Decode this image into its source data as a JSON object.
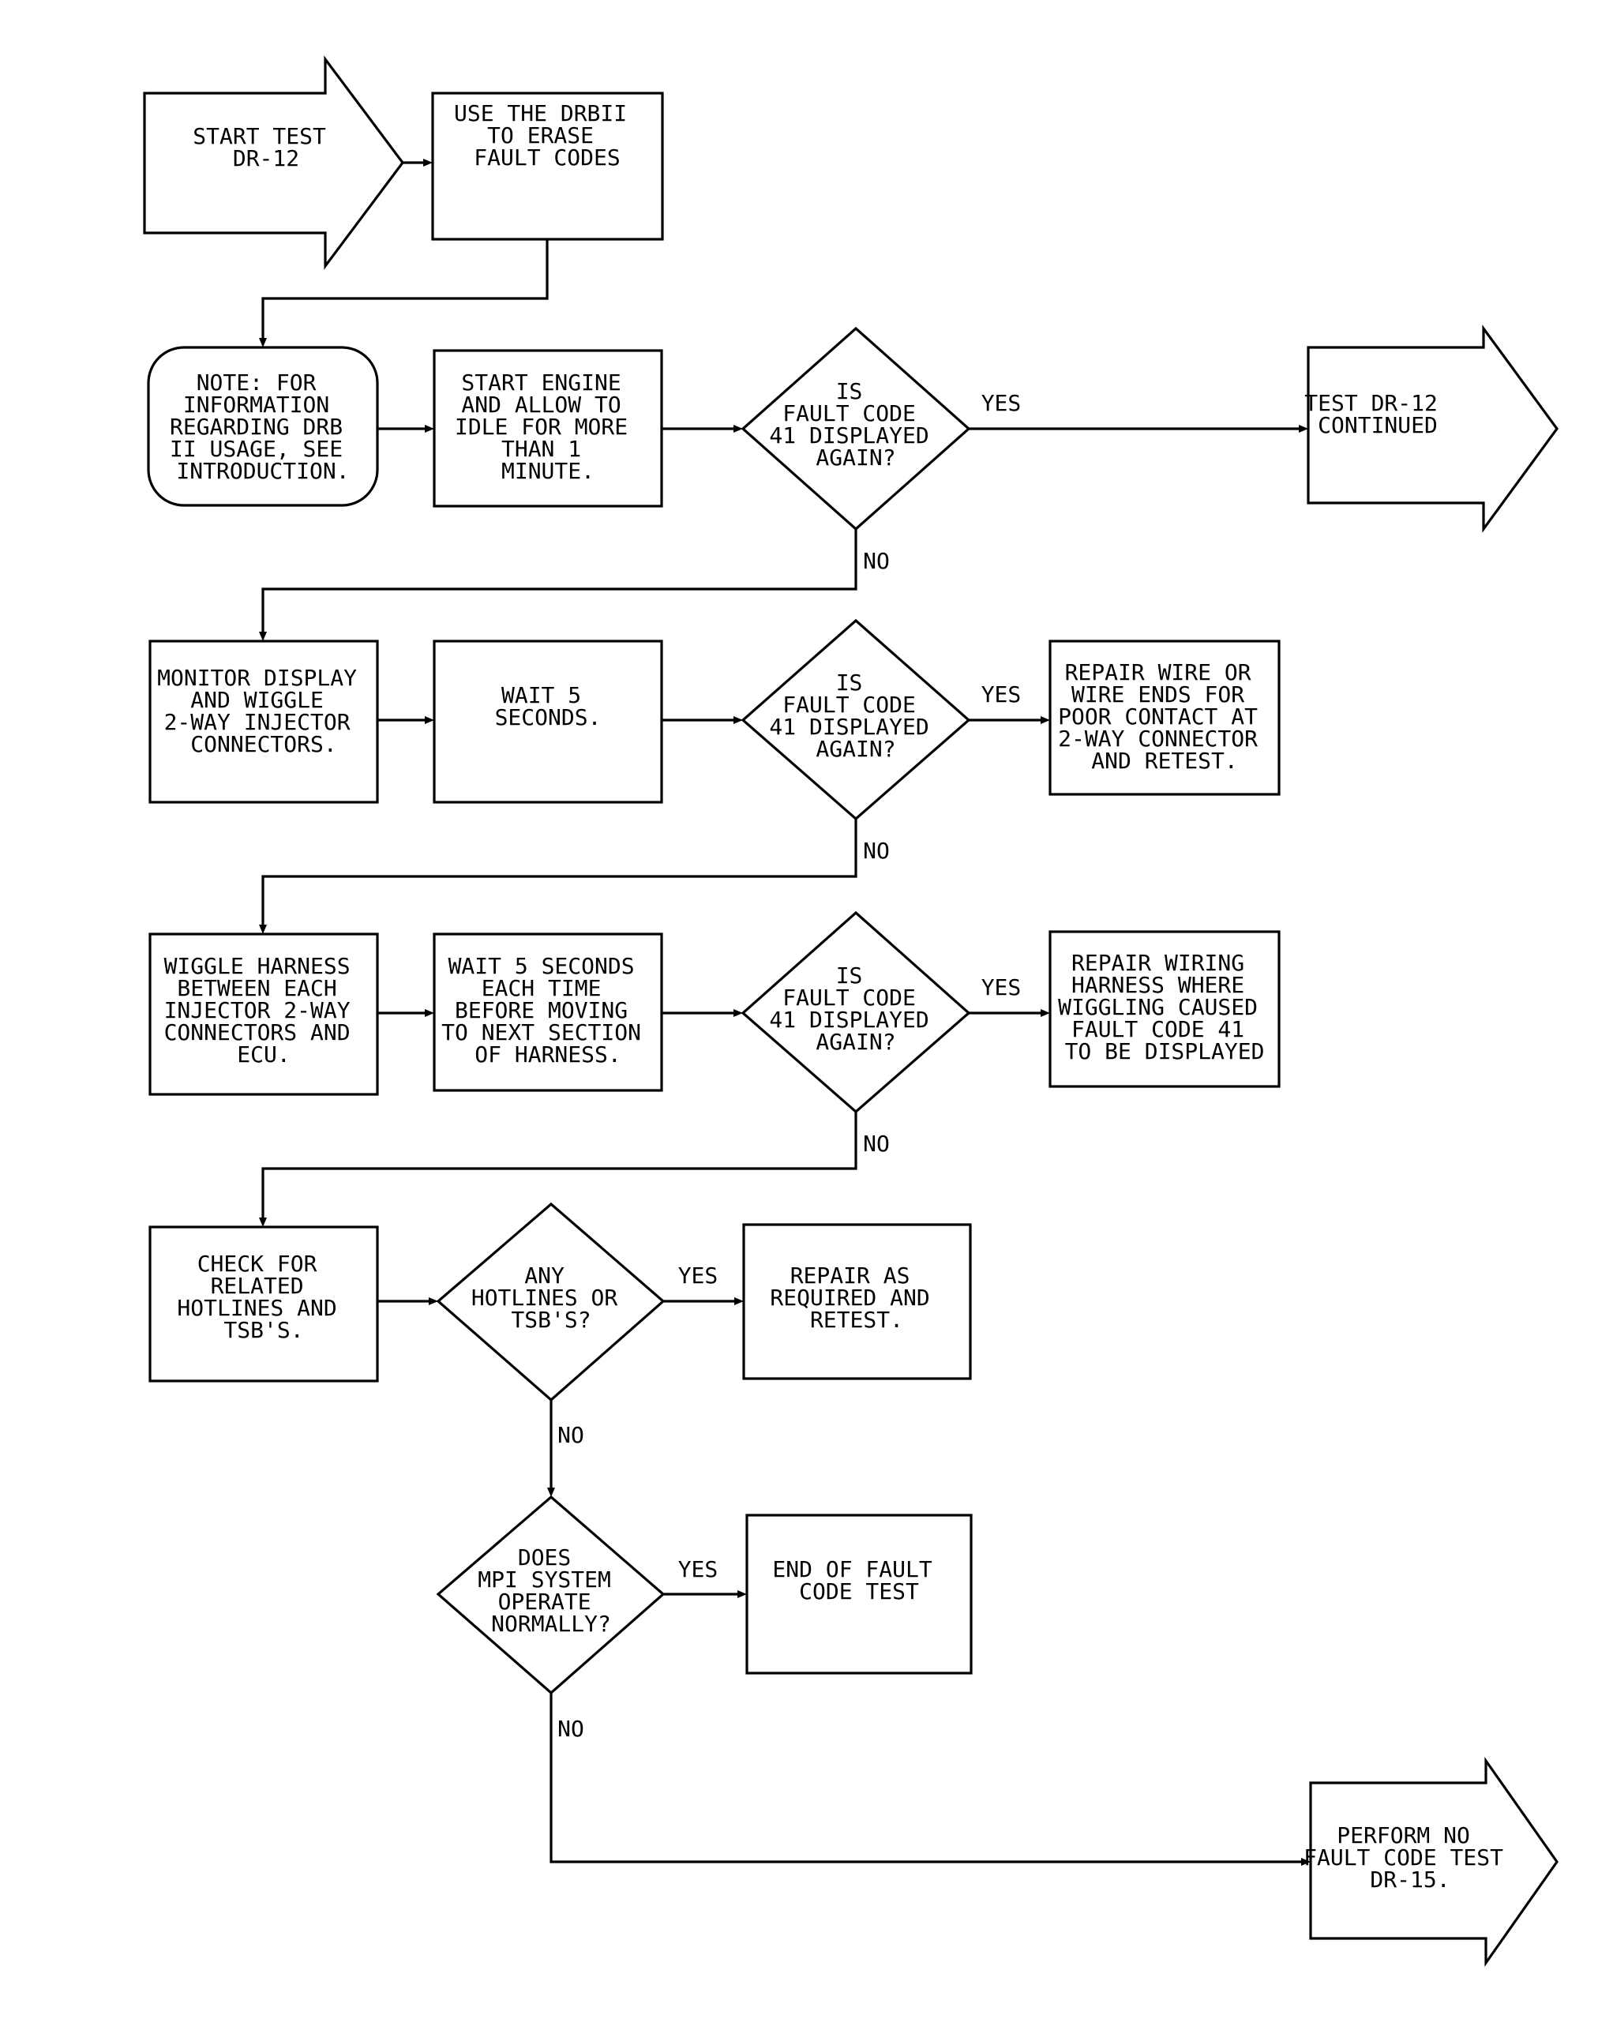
{
  "nodes": {
    "start_test": {
      "lines": [
        "START TEST",
        "DR-12"
      ]
    },
    "erase_codes": {
      "lines": [
        "USE THE DRBII",
        "TO ERASE",
        "FAULT CODES"
      ]
    },
    "note": {
      "lines": [
        "NOTE: FOR",
        "INFORMATION",
        "REGARDING DRB",
        "II USAGE, SEE",
        "INTRODUCTION."
      ]
    },
    "start_engine": {
      "lines": [
        "START ENGINE",
        "AND ALLOW TO",
        "IDLE FOR MORE",
        "THAN 1",
        "MINUTE."
      ]
    },
    "decision_1": {
      "lines": [
        "IS",
        "FAULT CODE",
        "41 DISPLAYED",
        "AGAIN?"
      ]
    },
    "test_continued": {
      "lines": [
        "TEST DR-12",
        "CONTINUED"
      ]
    },
    "monitor_display": {
      "lines": [
        "MONITOR DISPLAY",
        "AND WIGGLE",
        "2-WAY INJECTOR",
        "CONNECTORS."
      ]
    },
    "wait_5": {
      "lines": [
        "WAIT 5",
        "SECONDS."
      ]
    },
    "decision_2": {
      "lines": [
        "IS",
        "FAULT CODE",
        "41 DISPLAYED",
        "AGAIN?"
      ]
    },
    "repair_wire": {
      "lines": [
        "REPAIR WIRE OR",
        "WIRE ENDS FOR",
        "POOR CONTACT AT",
        "2-WAY CONNECTOR",
        "AND RETEST."
      ]
    },
    "wiggle_harness": {
      "lines": [
        "WIGGLE HARNESS",
        "BETWEEN EACH",
        "INJECTOR 2-WAY",
        "CONNECTORS AND",
        "ECU."
      ]
    },
    "wait_each": {
      "lines": [
        "WAIT 5 SECONDS",
        "EACH TIME",
        "BEFORE MOVING",
        "TO NEXT SECTION",
        "OF HARNESS."
      ]
    },
    "decision_3": {
      "lines": [
        "IS",
        "FAULT CODE",
        "41 DISPLAYED",
        "AGAIN?"
      ]
    },
    "repair_harness": {
      "lines": [
        "REPAIR WIRING",
        "HARNESS WHERE",
        "WIGGLING CAUSED",
        "FAULT CODE 41",
        "TO BE DISPLAYED"
      ]
    },
    "check_hotlines": {
      "lines": [
        "CHECK FOR",
        "RELATED",
        "HOTLINES AND",
        "TSB'S."
      ]
    },
    "decision_hotlines": {
      "lines": [
        "ANY",
        "HOTLINES OR",
        "TSB'S?"
      ]
    },
    "repair_required": {
      "lines": [
        "REPAIR AS",
        "REQUIRED AND",
        "RETEST."
      ]
    },
    "decision_mpi": {
      "lines": [
        "DOES",
        "MPI SYSTEM",
        "OPERATE",
        "NORMALLY?"
      ]
    },
    "end_test": {
      "lines": [
        "END OF FAULT",
        "CODE TEST"
      ]
    },
    "perform_no_fault": {
      "lines": [
        "PERFORM NO",
        "FAULT CODE TEST",
        "DR-15."
      ]
    }
  },
  "labels": {
    "yes_1": "YES",
    "no_1": "NO",
    "yes_2": "YES",
    "no_2": "NO",
    "yes_3": "YES",
    "no_3": "NO",
    "yes_4": "YES",
    "no_4": "NO",
    "yes_5": "YES",
    "no_5": "NO"
  }
}
